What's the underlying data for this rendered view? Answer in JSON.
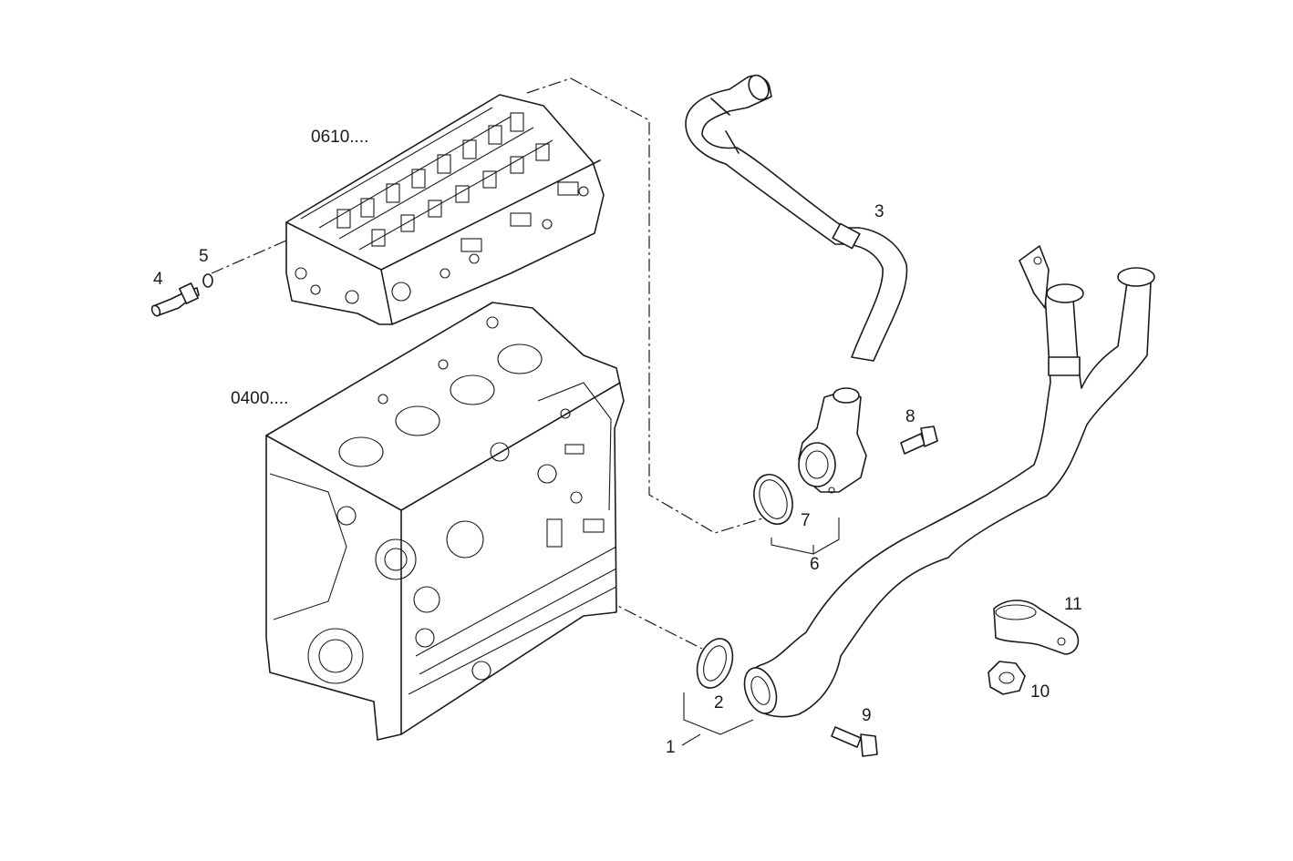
{
  "callouts": {
    "group_0610": "0610....",
    "group_0400": "0400....",
    "item_1": "1",
    "item_2": "2",
    "item_3": "3",
    "item_4": "4",
    "item_5": "5",
    "item_6": "6",
    "item_7": "7",
    "item_8": "8",
    "item_9": "9",
    "item_10": "10",
    "item_11": "11"
  },
  "colors": {
    "line": "#1a1a1a",
    "background": "#ffffff"
  }
}
